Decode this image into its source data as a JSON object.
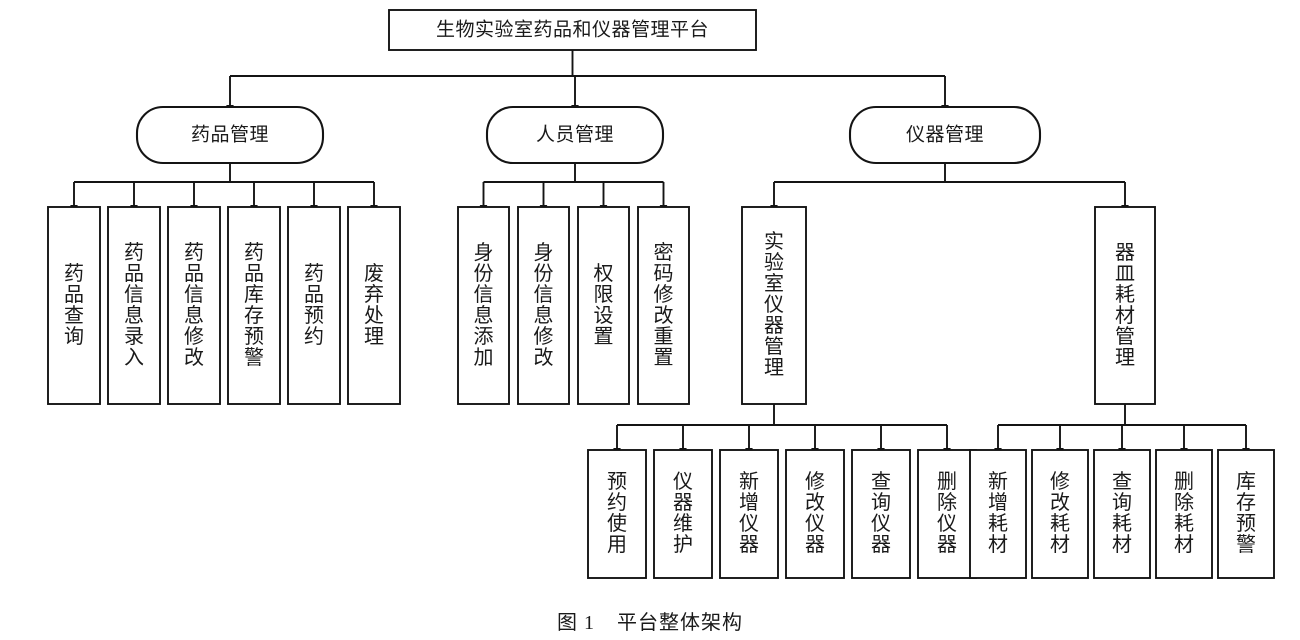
{
  "figure": {
    "caption_number": "图 1",
    "caption_text": "平台整体架构",
    "root": {
      "label": "生物实验室药品和仪器管理平台"
    },
    "branches": [
      {
        "id": "drug",
        "label": "药品管理",
        "children": [
          {
            "label": "药品查询"
          },
          {
            "label": "药品信息录入"
          },
          {
            "label": "药品信息修改"
          },
          {
            "label": "药品库存预警"
          },
          {
            "label": "药品预约"
          },
          {
            "label": "废弃处理"
          }
        ]
      },
      {
        "id": "staff",
        "label": "人员管理",
        "children": [
          {
            "label": "身份信息添加"
          },
          {
            "label": "身份信息修改"
          },
          {
            "label": "权限设置"
          },
          {
            "label": "密码修改重置"
          }
        ]
      },
      {
        "id": "instrument",
        "label": "仪器管理",
        "children": [
          {
            "label": "实验室仪器管理",
            "children": [
              {
                "label": "预约使用"
              },
              {
                "label": "仪器维护"
              },
              {
                "label": "新增仪器"
              },
              {
                "label": "修改仪器"
              },
              {
                "label": "查询仪器"
              },
              {
                "label": "删除仪器"
              }
            ]
          },
          {
            "label": "器皿耗材管理",
            "children": [
              {
                "label": "新增耗材"
              },
              {
                "label": "修改耗材"
              },
              {
                "label": "查询耗材"
              },
              {
                "label": "删除耗材"
              },
              {
                "label": "库存预警"
              }
            ]
          }
        ]
      }
    ],
    "colors": {
      "stroke": "#141414",
      "fill": "#ffffff",
      "text": "#1a1a1a"
    }
  }
}
